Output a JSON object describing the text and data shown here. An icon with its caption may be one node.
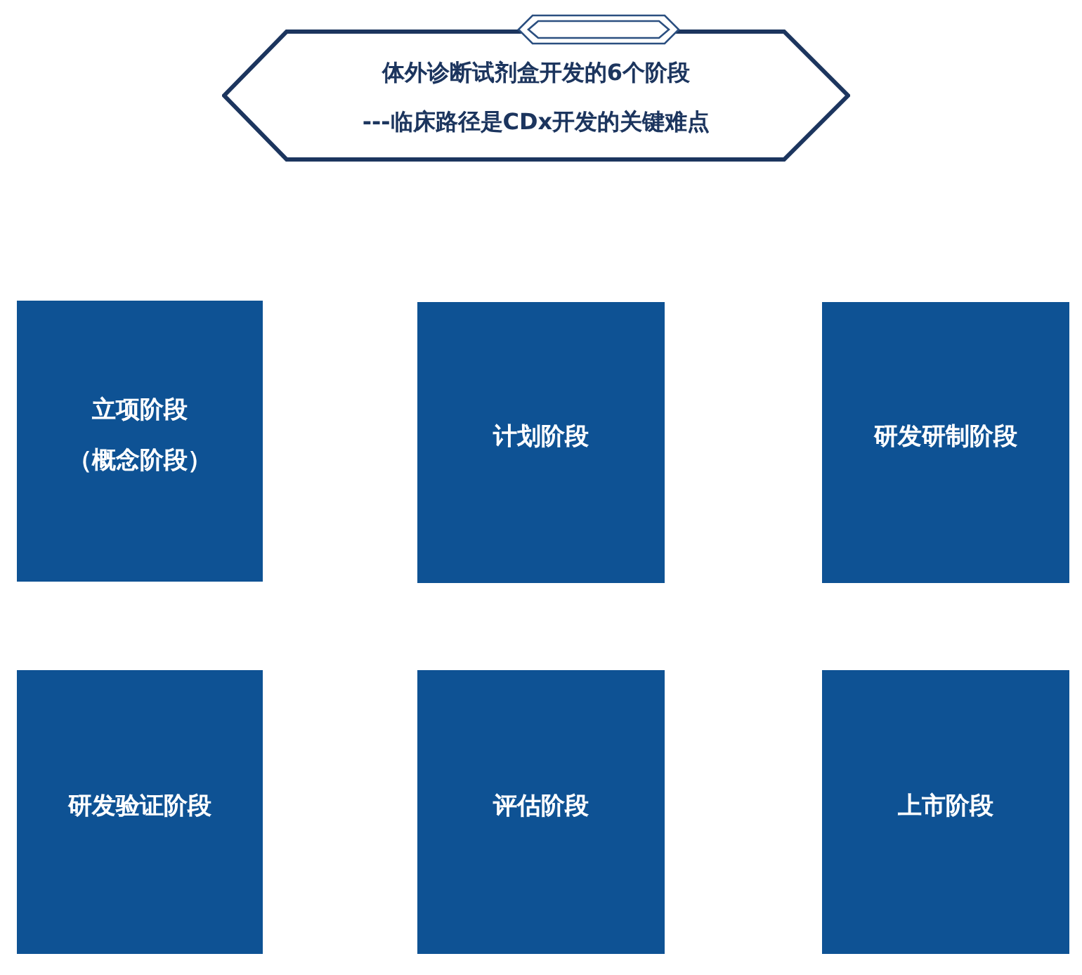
{
  "diagram": {
    "nodes": [
      {
        "text": [
          "体外诊断试剂盒开发的6个阶段",
          "---临床路径是CDx开发的关键难点"
        ]
      },
      {
        "text": [
          "立项阶段",
          "（概念阶段）"
        ]
      },
      {
        "text": [
          "计划阶段"
        ]
      },
      {
        "text": [
          "研发研制阶段"
        ]
      },
      {
        "text": [
          "研发验证阶段"
        ]
      },
      {
        "text": [
          "评估阶段"
        ]
      },
      {
        "text": [
          "上市阶段"
        ]
      }
    ]
  }
}
